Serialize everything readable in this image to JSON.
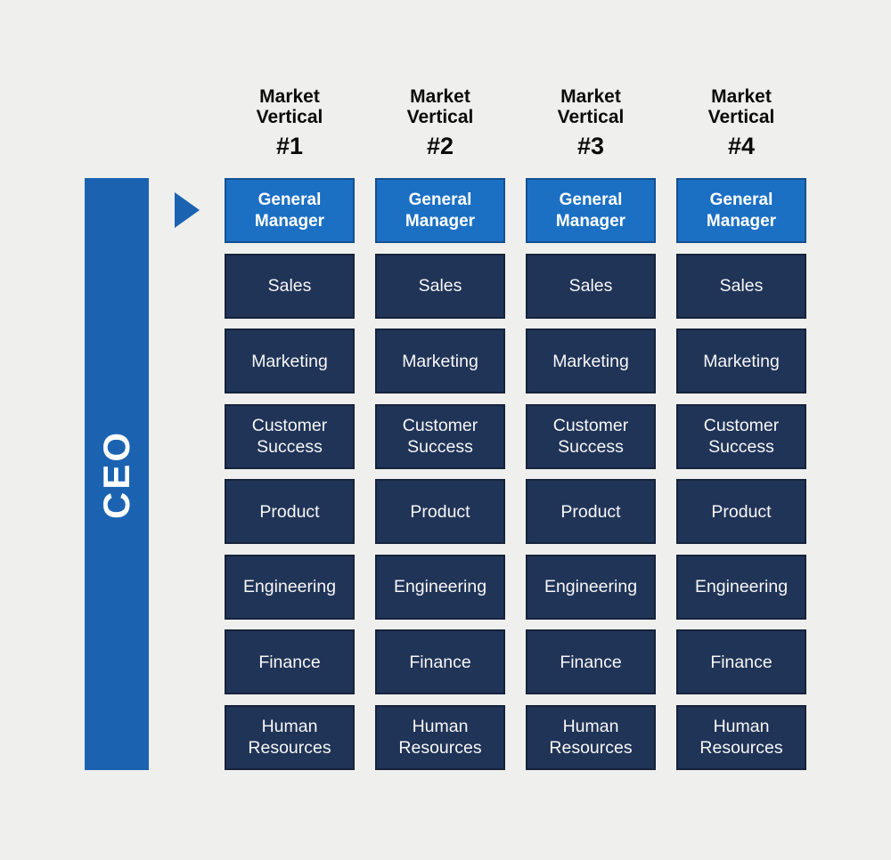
{
  "colors": {
    "canvas_bg": "#efefed",
    "accent_blue": "#1b63b1",
    "gm_blue": "#1b70c4",
    "gm_border": "#155090",
    "dept_navy": "#203457",
    "dept_border": "#16233c"
  },
  "ceo": {
    "label": "CEO"
  },
  "columns": [
    {
      "header": {
        "line1": "Market",
        "line2": "Vertical",
        "number": "#1"
      },
      "manager": "General Manager",
      "departments": [
        "Sales",
        "Marketing",
        "Customer Success",
        "Product",
        "Engineering",
        "Finance",
        "Human Resources"
      ]
    },
    {
      "header": {
        "line1": "Market",
        "line2": "Vertical",
        "number": "#2"
      },
      "manager": "General Manager",
      "departments": [
        "Sales",
        "Marketing",
        "Customer Success",
        "Product",
        "Engineering",
        "Finance",
        "Human Resources"
      ]
    },
    {
      "header": {
        "line1": "Market",
        "line2": "Vertical",
        "number": "#3"
      },
      "manager": "General Manager",
      "departments": [
        "Sales",
        "Marketing",
        "Customer Success",
        "Product",
        "Engineering",
        "Finance",
        "Human Resources"
      ]
    },
    {
      "header": {
        "line1": "Market",
        "line2": "Vertical",
        "number": "#4"
      },
      "manager": "General Manager",
      "departments": [
        "Sales",
        "Marketing",
        "Customer Success",
        "Product",
        "Engineering",
        "Finance",
        "Human Resources"
      ]
    }
  ]
}
